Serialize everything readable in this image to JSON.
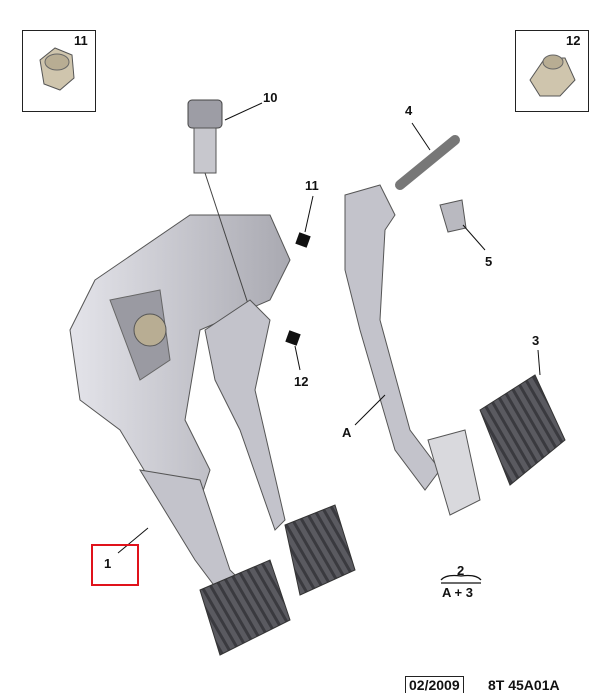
{
  "diagram": {
    "callouts": {
      "nut_box_left": "11",
      "nut_box_right": "12",
      "switch": "10",
      "pin": "4",
      "nut_small": "11",
      "clip": "5",
      "nut_lower": "12",
      "pad": "3",
      "pedal_a": "A",
      "assembly": "1",
      "kit_top": "2",
      "kit_bottom": "A + 3"
    },
    "footer": {
      "date": "02/2009",
      "reference": "8T 45A01A"
    },
    "colors": {
      "highlight": "#e0121b",
      "part": "#c9c9cf",
      "pad": "#55555a"
    }
  }
}
